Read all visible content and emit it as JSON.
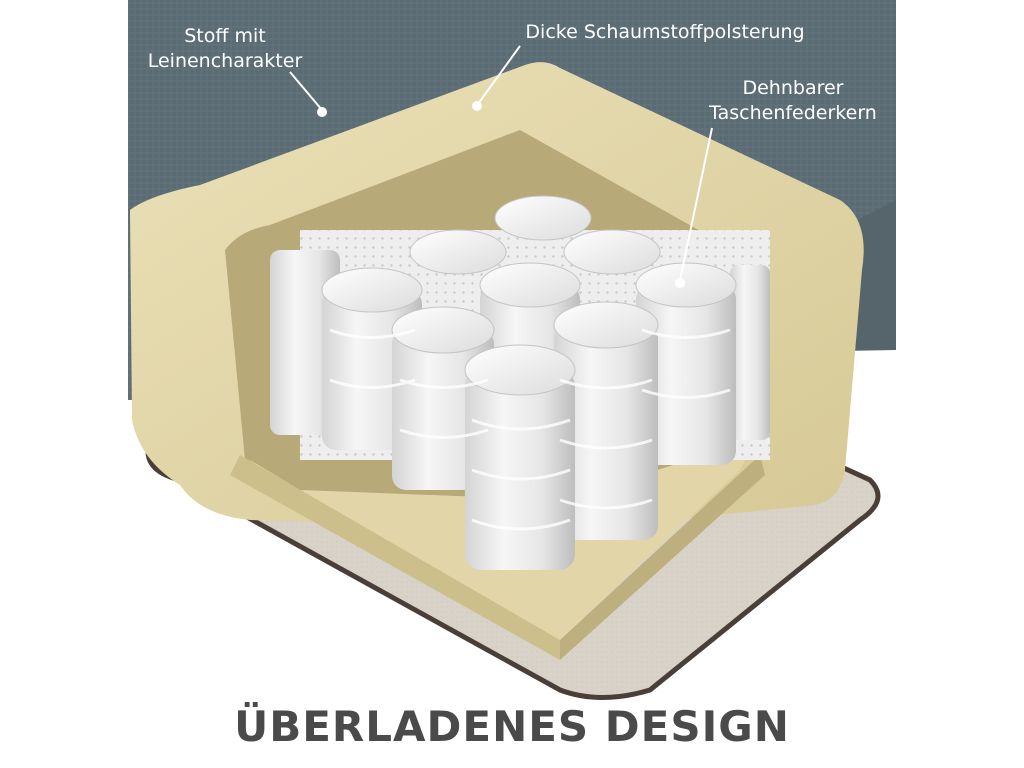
{
  "callouts": {
    "fabric": {
      "line1": "Stoff mit",
      "line2": "Leinencharakter"
    },
    "foam": {
      "line1": "Dicke Schaumstoffpolsterung"
    },
    "springs": {
      "line1": "Dehnbarer",
      "line2": "Taschenfederkern"
    }
  },
  "caption": "ÜBERLADENES DESIGN",
  "colors": {
    "fabric": "#5b6b73",
    "foam": "#e0d4a6",
    "spring_fabric": "#eeeeee",
    "base_board": "#d8d2c8",
    "base_edge": "#4a3f38",
    "caption_text": "#4a4a4a",
    "label_text": "#ffffff"
  }
}
